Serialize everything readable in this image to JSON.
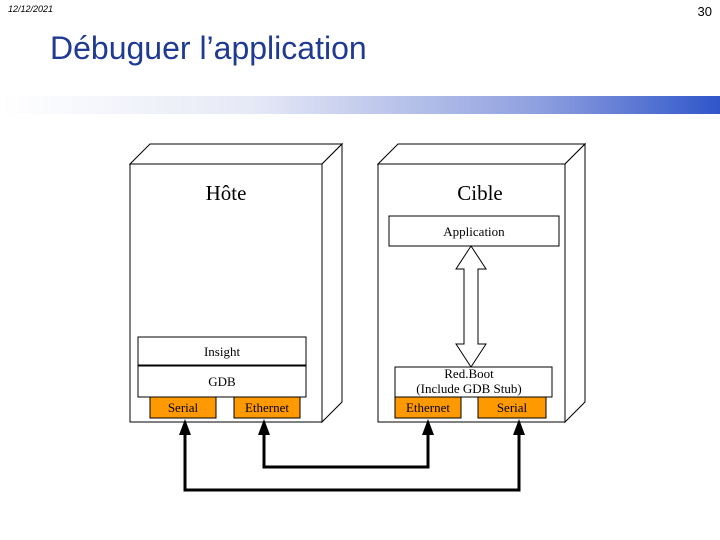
{
  "slide": {
    "date": "12/12/2021",
    "page_number": "30",
    "title": "Débuguer l’application"
  },
  "diagram": {
    "host_label": "Hôte",
    "target_label": "Cible",
    "application_label": "Application",
    "insight_label": "Insight",
    "gdb_label": "GDB",
    "host_serial_label": "Serial",
    "host_ethernet_label": "Ethernet",
    "redboot_line1": "Red.Boot",
    "redboot_line2": "(Include GDB Stub)",
    "target_ethernet_label": "Ethernet",
    "target_serial_label": "Serial"
  },
  "colors": {
    "title": "#1f3a93",
    "port_fill": "#ff9900",
    "box_fill": "#ffffff",
    "line": "#000000"
  }
}
